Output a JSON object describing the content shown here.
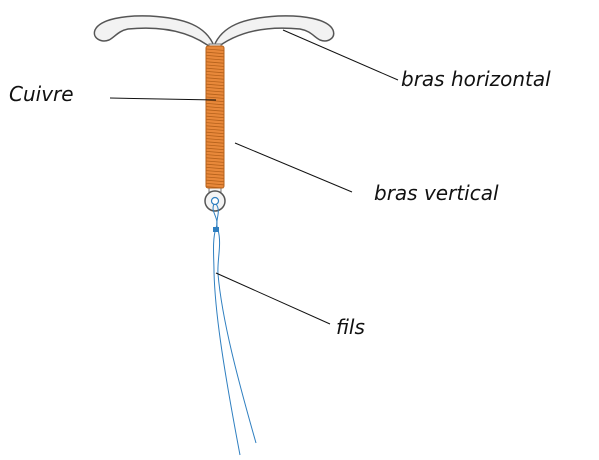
{
  "labels": {
    "copper": "Cuivre",
    "horizontal_arm": "bras horizontal",
    "vertical_arm": "bras vertical",
    "threads": "fils"
  },
  "colors": {
    "arm_fill": "#f2f2f2",
    "arm_outline": "#555555",
    "copper": "#e8883a",
    "copper_dark": "#b5611b",
    "thread": "#2f7fc0",
    "leader": "#111111",
    "text": "#111111"
  }
}
